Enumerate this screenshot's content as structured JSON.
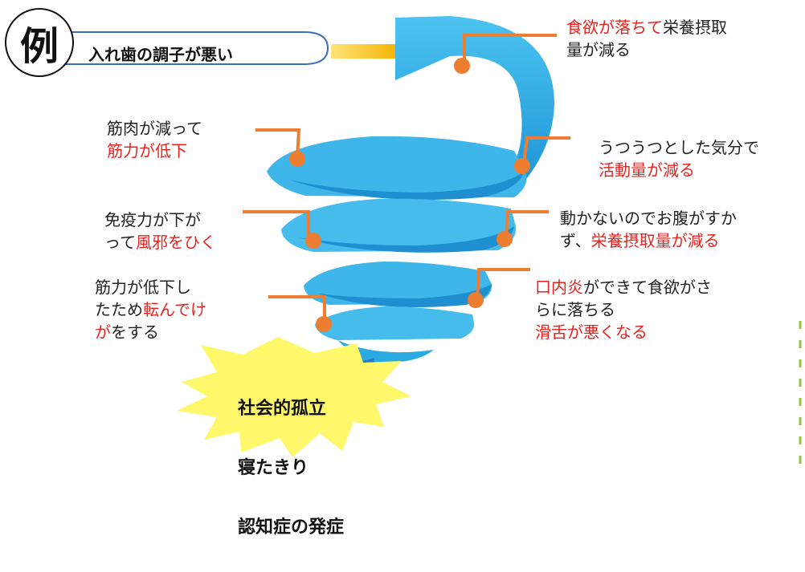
{
  "example_badge": "例",
  "trigger": "入れ歯の調子が悪い",
  "stages": [
    {
      "id": "appetite",
      "segments": [
        {
          "text": "食欲が落ちて",
          "red": true
        },
        {
          "text": "栄養摂取\n量が減る",
          "red": false
        }
      ]
    },
    {
      "id": "mood",
      "segments": [
        {
          "text": "うつうつとした気分で\n",
          "red": false
        },
        {
          "text": "活動量が減る",
          "red": true
        }
      ]
    },
    {
      "id": "hunger",
      "segments": [
        {
          "text": "動かないのでお腹がすか\nず、",
          "red": false
        },
        {
          "text": "栄養摂取量が減る",
          "red": true
        }
      ]
    },
    {
      "id": "stomatitis",
      "segments": [
        {
          "text": "口内炎",
          "red": true
        },
        {
          "text": "ができて食欲がさ\nらに落ちる\n",
          "red": false
        },
        {
          "text": "滑舌が悪くなる",
          "red": true
        }
      ]
    },
    {
      "id": "muscle",
      "segments": [
        {
          "text": "筋肉が減って\n",
          "red": false
        },
        {
          "text": "筋力が低下",
          "red": true
        }
      ]
    },
    {
      "id": "immunity",
      "segments": [
        {
          "text": "免疫力が下が\nって",
          "red": false
        },
        {
          "text": "風邪をひく",
          "red": true
        }
      ]
    },
    {
      "id": "fall",
      "segments": [
        {
          "text": "筋力が低下し\nたため",
          "red": false
        },
        {
          "text": "転んでけ\nが",
          "red": true
        },
        {
          "text": "をする",
          "red": false
        }
      ]
    }
  ],
  "outcome": {
    "lines": [
      "社会的孤立",
      "寝たきり",
      "認知症の発症"
    ]
  },
  "colors": {
    "accent_red": "#e8231f",
    "spiral_blue": "#29abe2",
    "connector_orange": "#ed7d31",
    "arrow_yellow": "#f5b400",
    "burst_yellow": "#fff86b"
  }
}
